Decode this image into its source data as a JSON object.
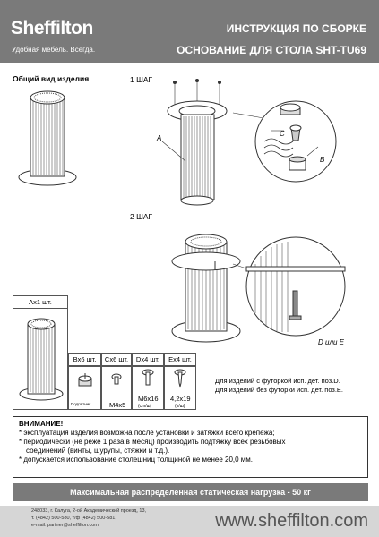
{
  "header": {
    "brand": "Sheffilton",
    "tagline": "Удобная мебель. Всегда.",
    "title_line1": "ИНСТРУКЦИЯ ПО СБОРКЕ",
    "title_line2": "ОСНОВАНИЕ ДЛЯ СТОЛА SHT-TU69"
  },
  "overview": {
    "label": "Общий вид изделия"
  },
  "steps": {
    "step1": "1 ШАГ",
    "step2": "2 ШАГ",
    "callouts": {
      "a": "A",
      "c": "C",
      "b": "B",
      "d_or_e": "D или E"
    }
  },
  "parts": {
    "a_label": "Ax1 шт.",
    "items": [
      {
        "header": "Bx6 шт.",
        "size": "",
        "note": "Подпятник"
      },
      {
        "header": "Cx6 шт.",
        "size": "M4x5",
        "note": ""
      },
      {
        "header": "Dx4 шт.",
        "size": "M6x16",
        "note": "(с п/ш)"
      },
      {
        "header": "Ex4 шт.",
        "size": "4,2x19",
        "note": "(п/ш)"
      }
    ]
  },
  "notes": {
    "line1": "Для изделий с футоркой исп. дет. поз.D.",
    "line2": "Для изделий без футорки исп. дет. поз.E."
  },
  "warning": {
    "title": "ВНИМАНИЕ!",
    "items": [
      "* эксплуатация изделия возможна после установки и затяжки всего крепежа;",
      "* периодически (не реже 1 раза в месяц) производить подтяжку всех резьбовых",
      "соединений (винты, шурупы, стяжки и т.д.).",
      "* допускается использование столешниц толщиной не менее 20,0 мм."
    ]
  },
  "load": "Максимальная распределенная статическая нагрузка - 50 кг",
  "footer": {
    "address1": "248033, г. Калуга, 2-ой Академический проезд, 13,",
    "address2": "т. (4842) 500-580, т/ф (4842) 500-581,",
    "address3": "e-mail: partner@sheffilton.com",
    "website": "www.sheffilton.com"
  }
}
